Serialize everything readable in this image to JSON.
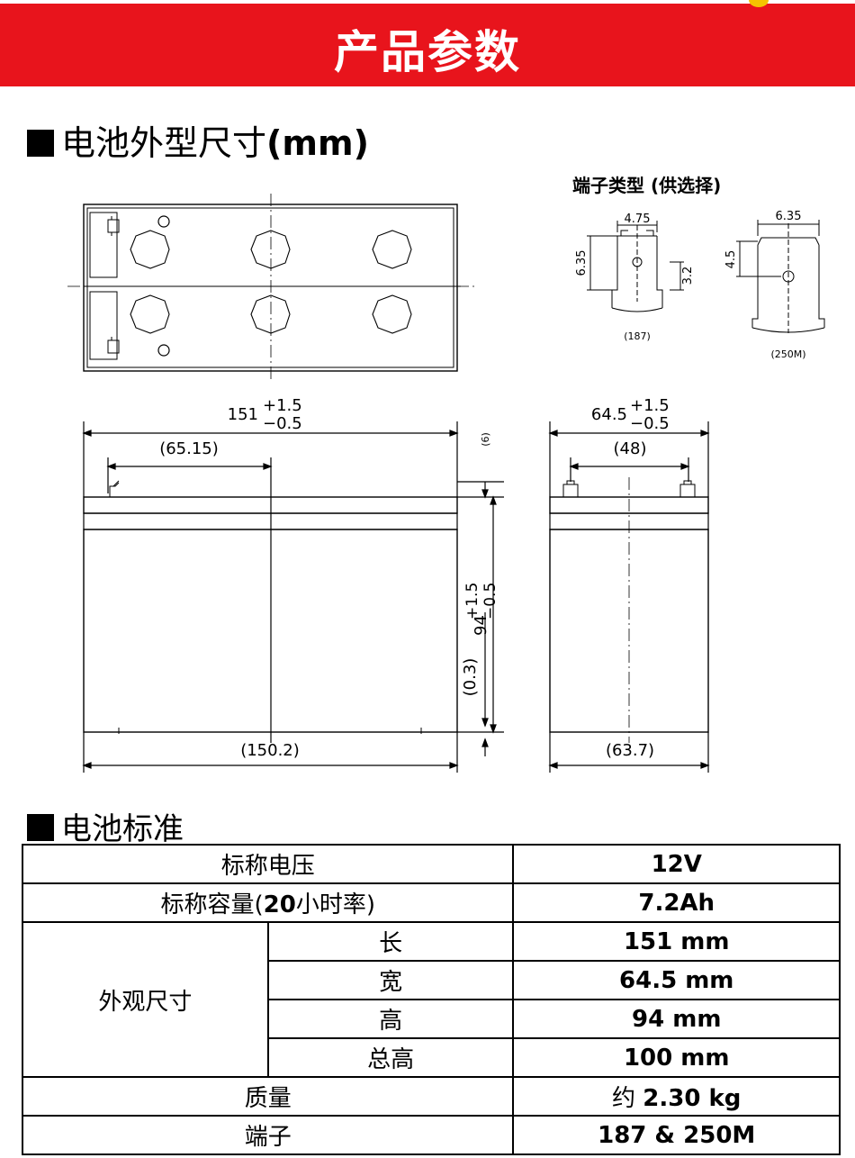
{
  "banner": {
    "title": "产品参数"
  },
  "section_dimensions": {
    "title": "电池外型尺寸",
    "unit": "(mm)"
  },
  "terminal_types": {
    "heading": "端子类型 (供选择)",
    "t187": {
      "name": "(187)",
      "width": "4.75",
      "height": "6.35",
      "hole": "3.2"
    },
    "t250": {
      "name": "(250M)",
      "width": "6.35",
      "height": "4.5"
    }
  },
  "front_view": {
    "length": "151",
    "length_tol_plus": "+1.5",
    "length_tol_minus": "−0.5",
    "terminal_offset": "(65.15)",
    "height": "94",
    "height_tol_plus": "+1.5",
    "height_tol_minus": "−0.5",
    "lid_gap": "(6)",
    "base_gap": "(0.3)",
    "base_length": "(150.2)"
  },
  "side_view": {
    "width": "64.5",
    "width_tol_plus": "+1.5",
    "width_tol_minus": "−0.5",
    "terminal_pitch": "(48)",
    "base_width": "(63.7)"
  },
  "section_standard": {
    "title": "电池标准"
  },
  "spec_table": {
    "voltage_label": "标称电压",
    "voltage_value": "12V",
    "capacity_label_a": "标称容量(",
    "capacity_label_bold": "20",
    "capacity_label_b": "小时率)",
    "capacity_value": "7.2Ah",
    "dimensions_label": "外观尺寸",
    "length_label": "长",
    "length_value": "151 mm",
    "width_label": "宽",
    "width_value": "64.5 mm",
    "height_label": "高",
    "height_value": "94 mm",
    "total_height_label": "总高",
    "total_height_value": "100 mm",
    "weight_label": "质量",
    "weight_value_prefix": "约 ",
    "weight_value": "2.30 kg",
    "terminal_label": "端子",
    "terminal_value": "187 & 250M"
  }
}
